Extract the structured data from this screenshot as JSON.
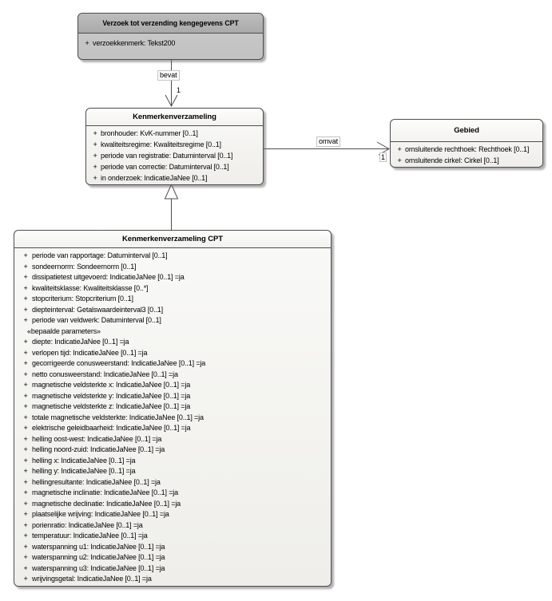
{
  "diagram": {
    "notation": {
      "public_visibility": "+"
    },
    "colors": {
      "request_header": "#b2b2b2",
      "request_body": "#c6c6c6",
      "class_fill": "#f1f0ed",
      "border": "#4d4d4d",
      "background": "#ffffff"
    },
    "classes": {
      "request": {
        "title": "Verzoek tot verzending kengegevens CPT",
        "attributes": [
          "verzoekkenmerk: Tekst200"
        ]
      },
      "kenmerkenverzameling": {
        "title": "Kenmerkenverzameling",
        "attributes": [
          "bronhouder: KvK-nummer [0..1]",
          "kwaliteitsregime: Kwaliteitsregime [0..1]",
          "periode van registratie: Datuminterval [0..1]",
          "periode van correctie: Datuminterval [0..1]",
          "in onderzoek: IndicatieJaNee [0..1]"
        ]
      },
      "gebied": {
        "title": "Gebied",
        "attributes": [
          "omsluitende rechthoek: Rechthoek [0..1]",
          "omsluitende cirkel: Cirkel [0..1]"
        ]
      },
      "cpt": {
        "title": "Kenmerkenverzameling CPT",
        "attributes": [
          "periode van rapportage: Datuminterval [0..1]",
          "sondeernorm: Sondeernorm [0..1]",
          "dissipatietest uitgevoerd: IndicatieJaNee [0..1] =ja",
          "kwaliteitsklasse: Kwaliteitsklasse [0..*]",
          "stopcriterium: Stopcriterium [0..1]",
          "diepteinterval: Getalswaardeinterval3 [0..1]",
          "periode van veldwerk: Datuminterval [0..1]"
        ],
        "stereotype_header": "«bepaalde parameters»",
        "parameter_attributes": [
          "diepte: IndicatieJaNee [0..1] =ja",
          "verlopen tijd: IndicatieJaNee [0..1] =ja",
          "gecorrigeerde conusweerstand: IndicatieJaNee [0..1] =ja",
          "netto conusweerstand: IndicatieJaNee [0..1] =ja",
          "magnetische veldsterkte x: IndicatieJaNee [0..1] =ja",
          "magnetische veldsterkte y: IndicatieJaNee [0..1] =ja",
          "magnetische veldsterkte z: IndicatieJaNee [0..1] =ja",
          "totale magnetische veldsterkte: IndicatieJaNee [0..1] =ja",
          "elektrische geleidbaarheid: IndicatieJaNee [0..1] =ja",
          "helling oost-west: IndicatieJaNee [0..1] =ja",
          "helling noord-zuid: IndicatieJaNee [0..1] =ja",
          "helling x: IndicatieJaNee [0..1] =ja",
          "helling y: IndicatieJaNee [0..1] =ja",
          "hellingresultante: IndicatieJaNee [0..1] =ja",
          "magnetische inclinatie: IndicatieJaNee [0..1] =ja",
          "magnetische declinatie: IndicatieJaNee [0..1] =ja",
          "plaatselijke wrijving: IndicatieJaNee [0..1] =ja",
          "porienratio: IndicatieJaNee [0..1] =ja",
          "temperatuur: IndicatieJaNee [0..1] =ja",
          "waterspanning u1: IndicatieJaNee [0..1] =ja",
          "waterspanning u2: IndicatieJaNee [0..1] =ja",
          "waterspanning u3: IndicatieJaNee [0..1] =ja",
          "wrijvingsgetal: IndicatieJaNee [0..1] =ja"
        ]
      }
    },
    "relations": {
      "bevat": {
        "label": "bevat",
        "target_multiplicity": "1"
      },
      "omvat": {
        "label": "omvat",
        "target_multiplicity": "1"
      }
    }
  }
}
